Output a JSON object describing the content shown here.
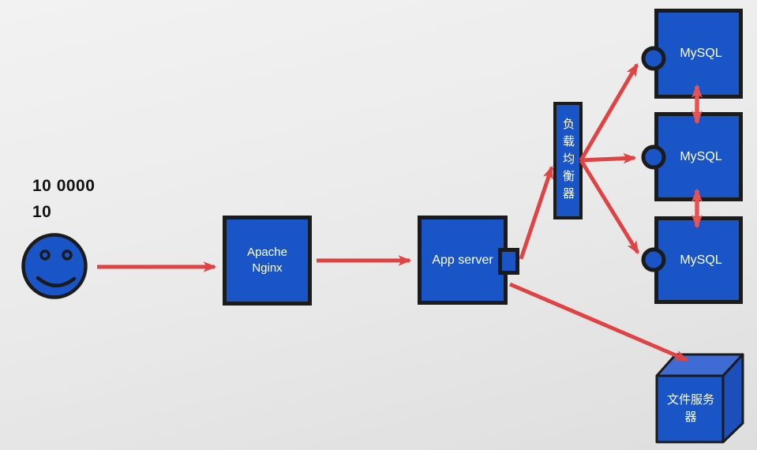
{
  "annotations": {
    "requests_label": "10 0000",
    "concurrency_label": "10"
  },
  "nodes": {
    "user": {
      "icon": "smiley-face"
    },
    "web_server": {
      "label": "Apache\nNginx"
    },
    "app_server": {
      "label": "App server"
    },
    "load_balancer": {
      "label": "负载均衡器"
    },
    "mysql_1": {
      "label": "MySQL"
    },
    "mysql_2": {
      "label": "MySQL"
    },
    "mysql_3": {
      "label": "MySQL"
    },
    "file_server": {
      "label": "文件服务器"
    }
  },
  "edges": [
    {
      "from": "user",
      "to": "web_server",
      "type": "arrow"
    },
    {
      "from": "web_server",
      "to": "app_server",
      "type": "arrow"
    },
    {
      "from": "app_server",
      "to": "load_balancer",
      "type": "arrow"
    },
    {
      "from": "load_balancer",
      "to": "mysql_1",
      "type": "arrow"
    },
    {
      "from": "load_balancer",
      "to": "mysql_2",
      "type": "arrow"
    },
    {
      "from": "load_balancer",
      "to": "mysql_3",
      "type": "arrow"
    },
    {
      "from": "mysql_1",
      "to": "mysql_2",
      "type": "double-arrow"
    },
    {
      "from": "mysql_2",
      "to": "mysql_3",
      "type": "double-arrow"
    },
    {
      "from": "app_server",
      "to": "file_server",
      "type": "arrow"
    }
  ],
  "colors": {
    "node_fill": "#1a55c8",
    "node_border": "#1b1b1b",
    "arrow": "#e04343",
    "replication_arrow": "#e85252",
    "cube_top": "#3f6cd4",
    "cube_side": "#1d4fbc",
    "background_top": "#f2f2f2",
    "background_bottom": "#dedede",
    "label_text": "#111111",
    "node_text": "#ffffff"
  }
}
